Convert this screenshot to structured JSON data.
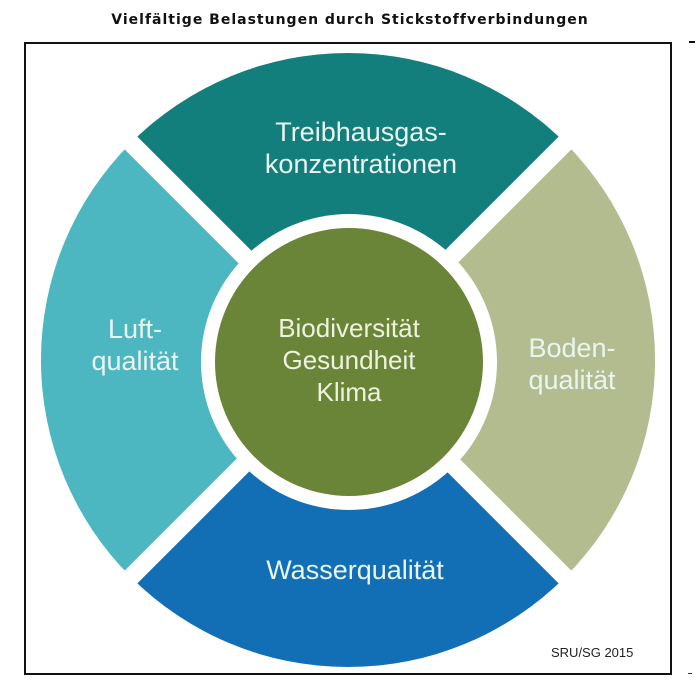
{
  "title": "Vielfältige Belastungen durch Stickstoffverbindungen",
  "segments": {
    "top": {
      "line1": "Treibhausgas-",
      "line2": "konzentrationen",
      "color": "#137f7d"
    },
    "right": {
      "line1": "Boden-",
      "line2": "qualität",
      "color": "#b3bc8e"
    },
    "bottom": {
      "line1": "Wasserqualität",
      "color": "#136fb5"
    },
    "left": {
      "line1": "Luft-",
      "line2": "qualität",
      "color": "#4db7c1"
    }
  },
  "center": {
    "lines": [
      "Biodiversität",
      "Gesundheit",
      "Klima"
    ],
    "color": "#6a8438"
  },
  "credit": "SRU/SG 2015"
}
